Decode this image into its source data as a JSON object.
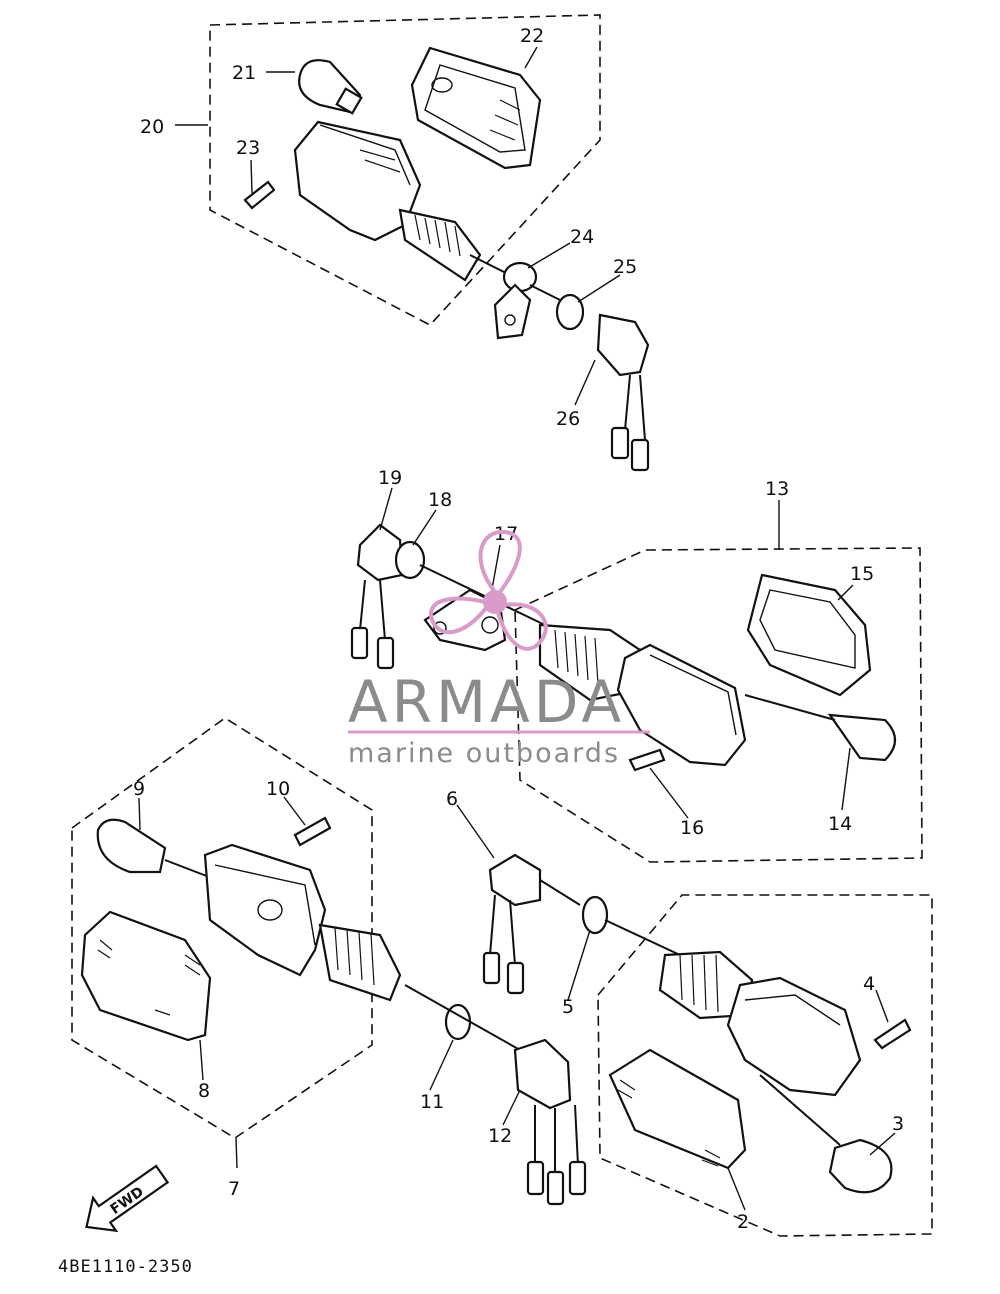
{
  "watermark": {
    "brand": "ARMADA",
    "tagline": "marine outboards",
    "accent_color": "#d99bc8",
    "text_color": "#8b8b8b"
  },
  "fwd_label": "FWD",
  "part_code": "4BE1110-2350",
  "callouts": {
    "c1": "2",
    "c2": "3",
    "c3": "4",
    "c4": "5",
    "c5": "6",
    "c6": "7",
    "c7": "8",
    "c8": "9",
    "c9": "10",
    "c10": "11",
    "c11": "12",
    "c12": "13",
    "c13": "14",
    "c14": "15",
    "c15": "16",
    "c16": "17",
    "c17": "18",
    "c18": "19",
    "c19": "20",
    "c20": "21",
    "c21": "22",
    "c22": "23",
    "c23": "24",
    "c24": "25",
    "c25": "26"
  }
}
